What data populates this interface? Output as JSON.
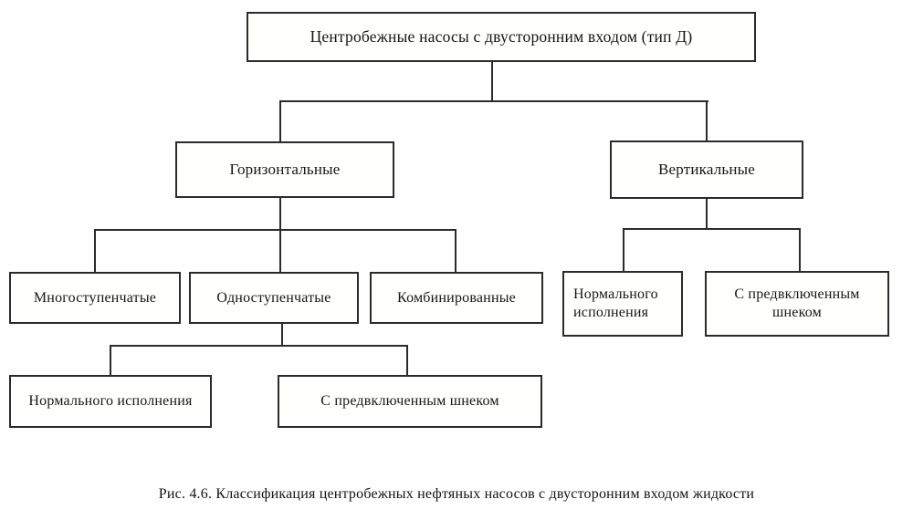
{
  "figure": {
    "root": "Центробежные насосы с двусторонним входом  (тип Д)",
    "branches": {
      "horizontal": "Горизонтальные",
      "vertical": "Вертикальные"
    },
    "horizontal_children": {
      "multistage": "Многоступенчатые",
      "single_stage": "Одноступенчатые",
      "combined": "Комбинированные"
    },
    "single_stage_children": {
      "normal": "Нормального исполнения",
      "screw": "С предвключенным шнеком"
    },
    "vertical_children": {
      "normal": "Нормального исполнения",
      "screw": "С предвключенным шнеком"
    },
    "caption": "Рис. 4.6. Классификация центробежных нефтяных насосов с двусторонним входом жидкости"
  },
  "colors": {
    "line": "#2b2b2b",
    "text": "#161616",
    "background": "#fefefe"
  }
}
